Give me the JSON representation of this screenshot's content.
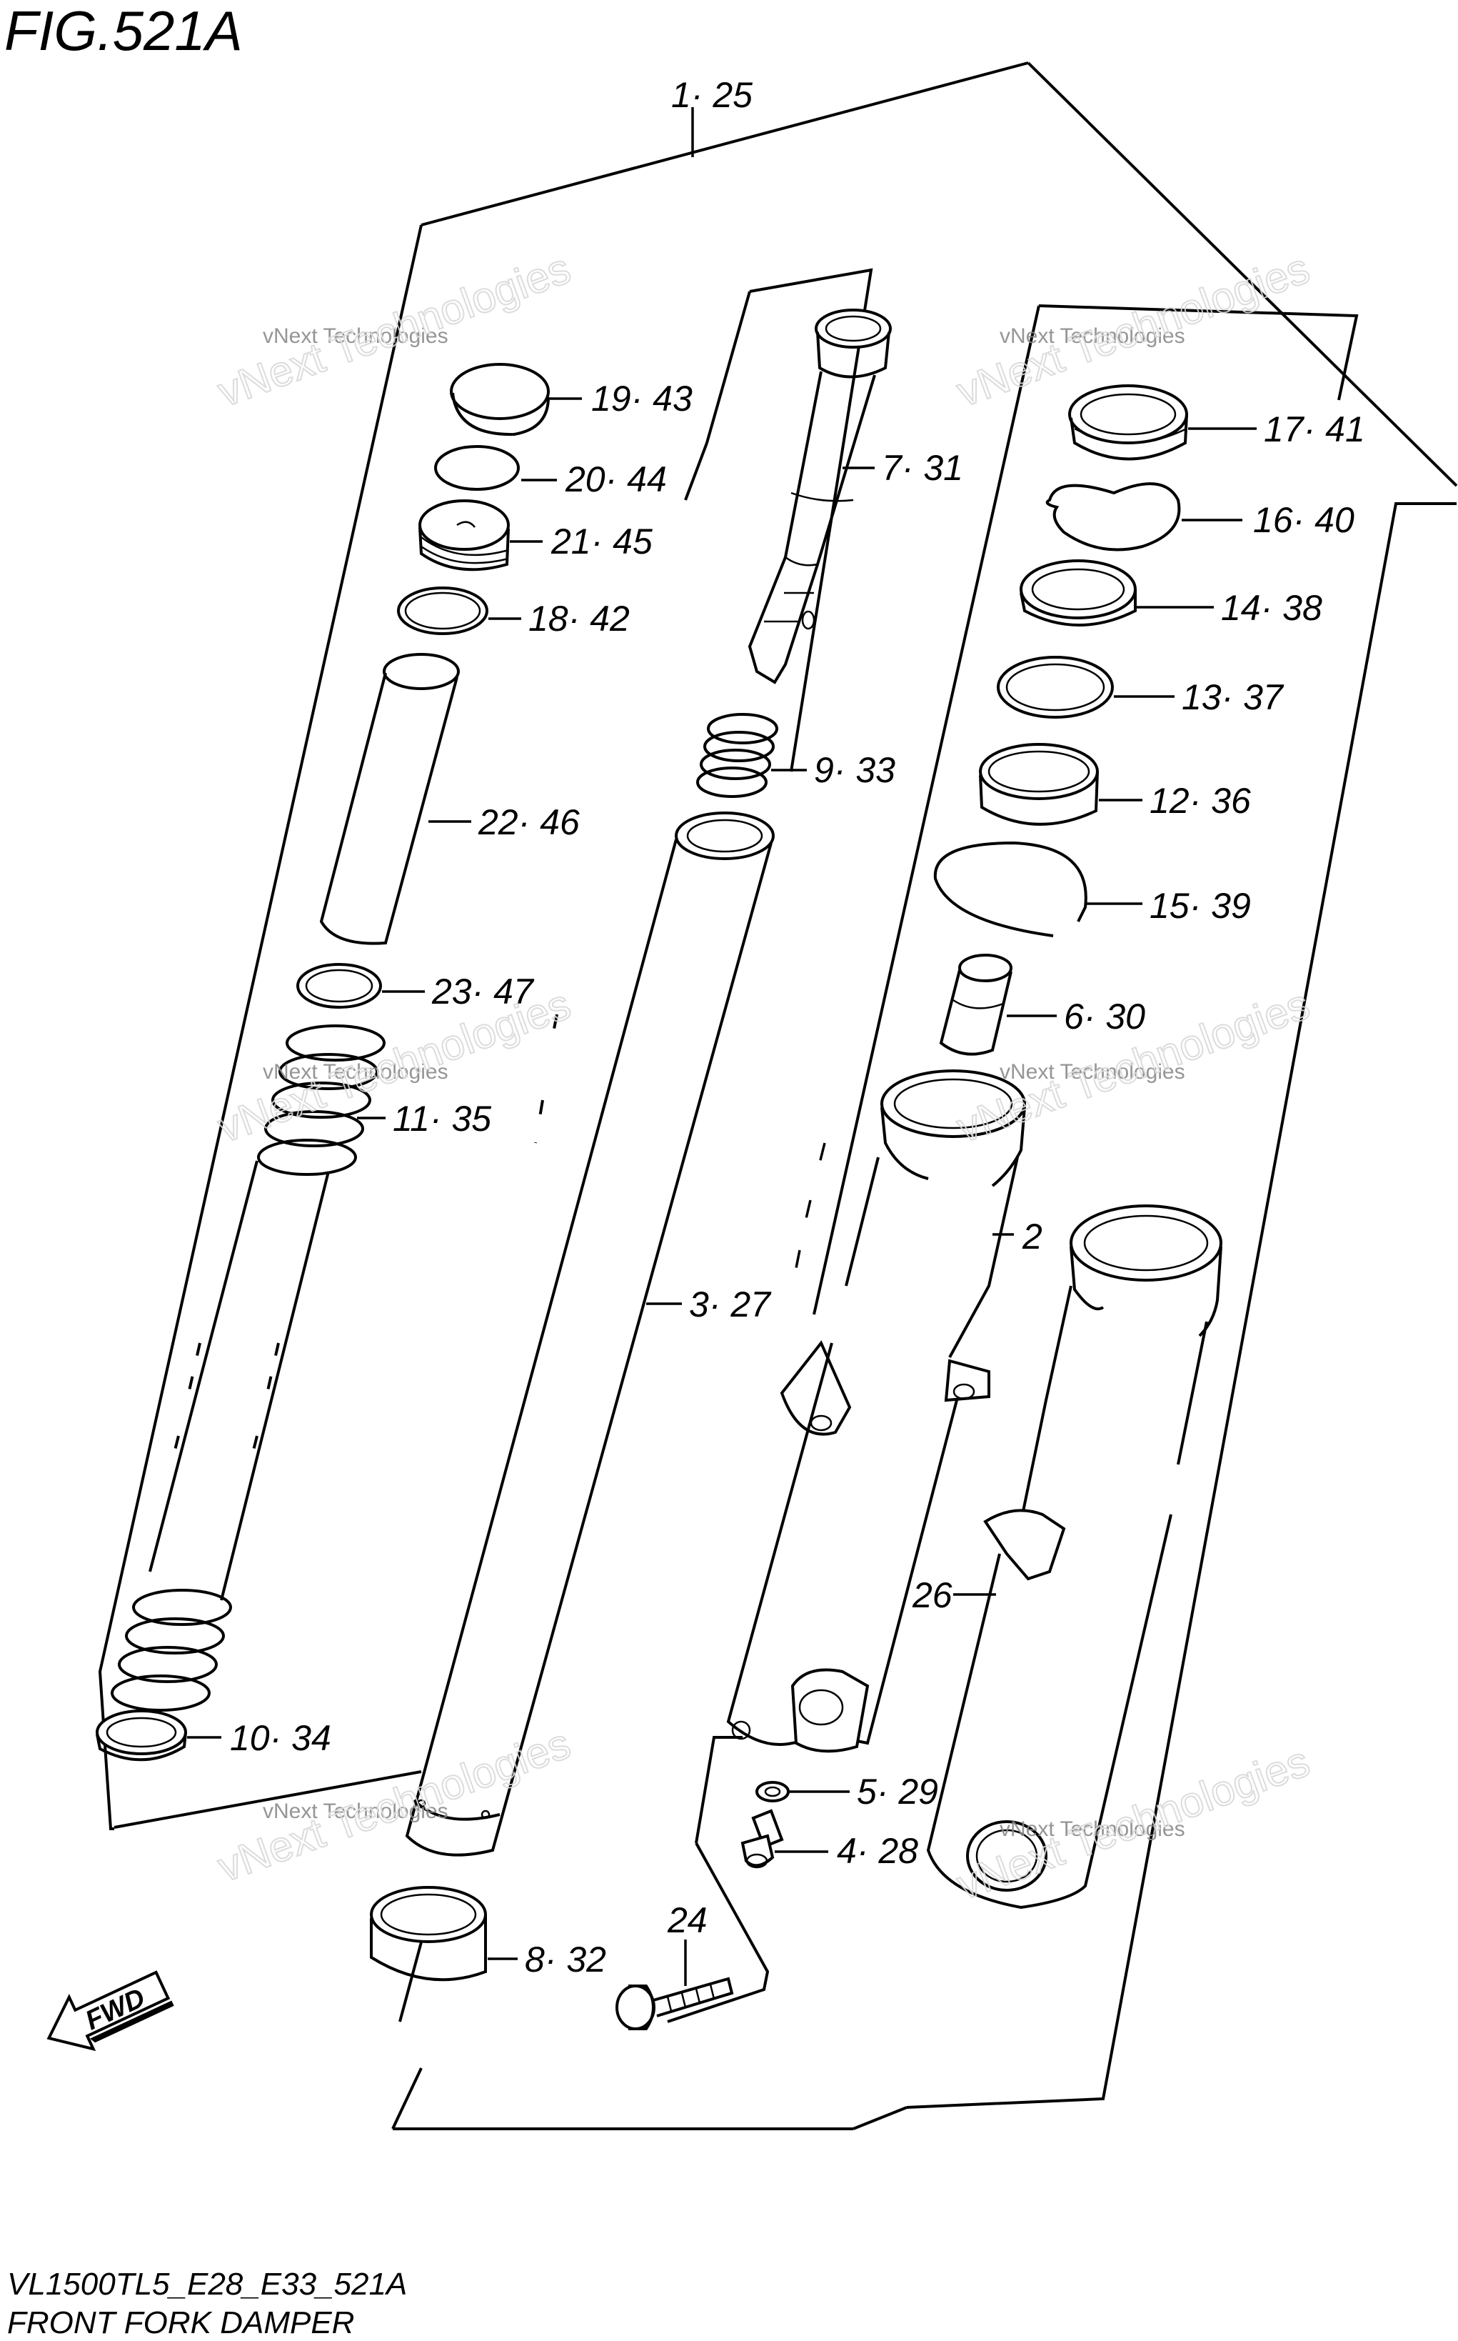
{
  "figure_title": "FIG.521A",
  "footer": {
    "model_code": "VL1500TL5_E28_E33_521A",
    "caption": "FRONT FORK DAMPER"
  },
  "direction_arrow": "FWD",
  "watermark": {
    "small": "vNext Technologies",
    "large": "vNext Technologies"
  },
  "callouts": {
    "c1": "1· 25",
    "c2": "2",
    "c3": "3· 27",
    "c4": "4· 28",
    "c5": "5· 29",
    "c6": "6· 30",
    "c7": "7· 31",
    "c8": "8· 32",
    "c9": "9· 33",
    "c10": "10· 34",
    "c11": "11· 35",
    "c12": "12· 36",
    "c13": "13· 37",
    "c14": "14· 38",
    "c15": "15· 39",
    "c16": "16· 40",
    "c17": "17· 41",
    "c18": "18· 42",
    "c19": "19· 43",
    "c20": "20· 44",
    "c21": "21· 45",
    "c22": "22· 46",
    "c23": "23· 47",
    "c24": "24",
    "c26": "26"
  }
}
